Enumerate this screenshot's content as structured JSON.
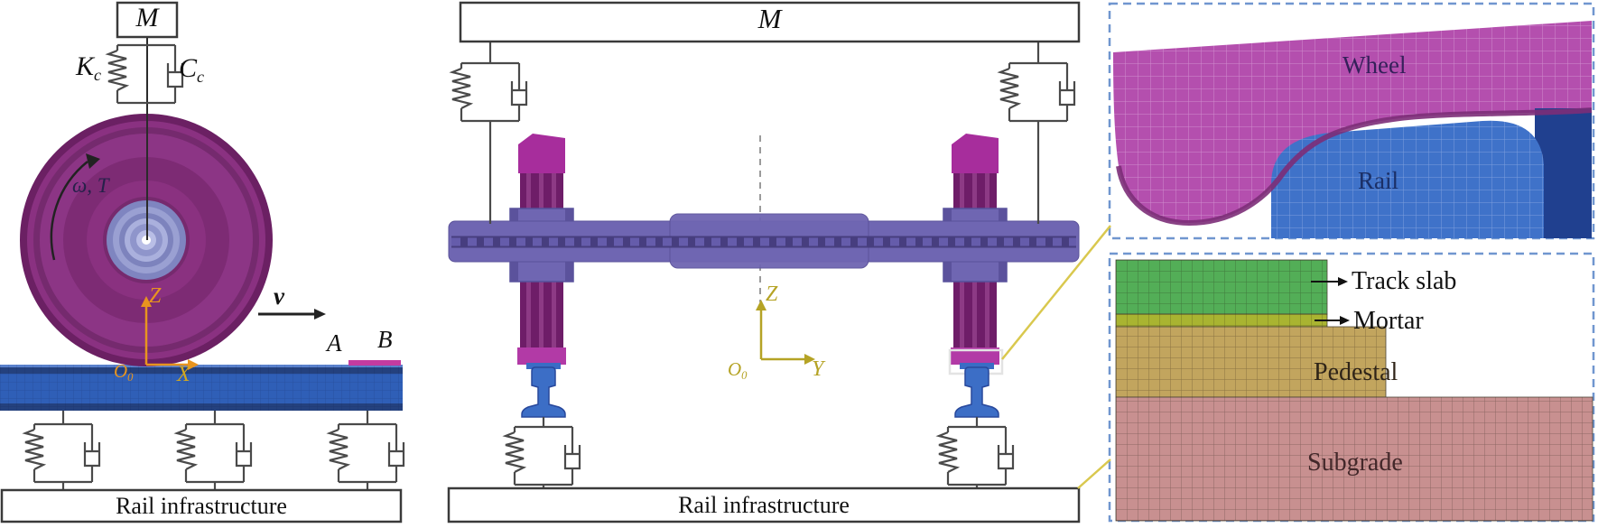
{
  "left_panel": {
    "mass_label": "M",
    "suspension": {
      "spring": {
        "text": "K",
        "sub": "c"
      },
      "damper": {
        "text": "C",
        "sub": "c"
      }
    },
    "wheel": {
      "rotation_label": "ω, T"
    },
    "velocity_label": "v",
    "axes": {
      "origin": {
        "text": "O",
        "sub": "0"
      },
      "vertical": "Z",
      "horizontal": "X"
    },
    "irregularity": {
      "start": "A",
      "end": "B"
    },
    "foundation_label": "Rail infrastructure"
  },
  "middle_panel": {
    "mass_label": "M",
    "axes": {
      "origin": {
        "text": "O",
        "sub": "0"
      },
      "vertical": "Z",
      "horizontal": "Y"
    },
    "foundation_label": "Rail infrastructure"
  },
  "contact_inset": {
    "wheel_label": "Wheel",
    "rail_label": "Rail"
  },
  "track_inset": {
    "layers": [
      {
        "label": "Track slab",
        "color": "#53ae57"
      },
      {
        "label": "Mortar",
        "color": "#a9b431"
      },
      {
        "label": "Pedestal",
        "color": "#c2a55e"
      },
      {
        "label": "Subgrade",
        "color": "#c89090"
      }
    ]
  },
  "colors": {
    "wheel_purple": "#8c3585",
    "wheel_dark": "#6e1d68",
    "hub_lavender": "#9ba1d4",
    "axle_slate": "#6f66b2",
    "rail_blue": "#2f5fb7",
    "rail_navy": "#24417e",
    "inset_wheel_pink": "#b44fae",
    "inset_rail_blue": "#3f72c9",
    "inset_rail_navy": "#20408f",
    "axis_orange": "#e8941f",
    "axis_olive": "#b5a325",
    "leader_yellow": "#d9c84e",
    "inset_border_blue": "#7096cf"
  }
}
